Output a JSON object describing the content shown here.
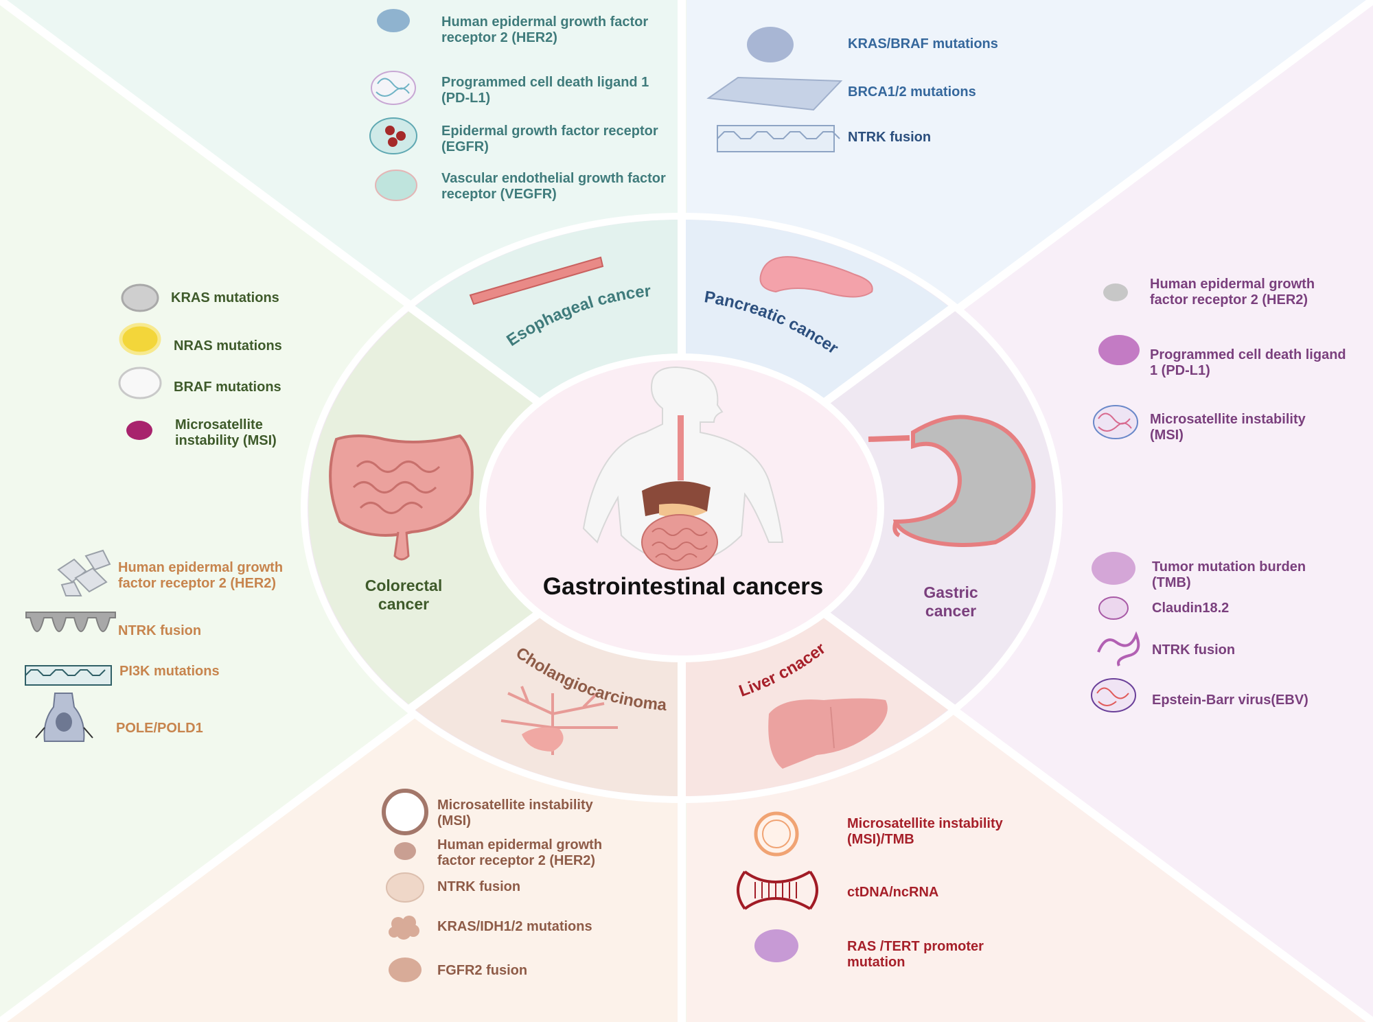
{
  "center": {
    "title": "Gastrointestinal cancers"
  },
  "sectors": {
    "esophageal": {
      "title": "Esophageal cancer",
      "items": [
        "Human epidermal growth factor receptor 2 (HER2)",
        "Programmed cell death ligand 1 (PD-L1)",
        " Epidermal growth factor receptor (EGFR)",
        "Vascular endothelial growth factor receptor (VEGFR)"
      ]
    },
    "pancreatic": {
      "title": "Pancreatic cancer",
      "items": [
        "KRAS/BRAF mutations",
        "BRCA1/2 mutations",
        "NTRK fusion"
      ]
    },
    "colorectal": {
      "title": "Colorectal\ncancer",
      "items_top": [
        "KRAS mutations",
        "NRAS mutations",
        "BRAF mutations",
        "Microsatellite\ninstability (MSI)"
      ],
      "items_bottom": [
        "Human epidermal growth\nfactor receptor 2 (HER2)",
        "NTRK fusion",
        "PI3K mutations",
        "POLE/POLD1"
      ]
    },
    "gastric": {
      "title": "Gastric\ncancer",
      "items_top": [
        "Human epidermal growth\nfactor receptor 2 (HER2)",
        "Programmed cell death ligand\n1 (PD-L1)",
        "Microsatellite instability\n(MSI)"
      ],
      "items_bottom": [
        "Tumor mutation burden\n(TMB)",
        "Claudin18.2",
        "NTRK fusion",
        "Epstein-Barr virus(EBV)"
      ]
    },
    "cholangiocarcinoma": {
      "title": "Cholangiocarcinoma",
      "items": [
        "Microsatellite instability\n(MSI)",
        "Human epidermal growth\nfactor receptor 2 (HER2)",
        "NTRK fusion",
        "KRAS/IDH1/2 mutations",
        "FGFR2 fusion"
      ]
    },
    "liver": {
      "title": "Liver cnacer",
      "items": [
        "Microsatellite instability\n(MSI)/TMB",
        "ctDNA/ncRNA",
        "RAS /TERT promoter\nmutation"
      ]
    }
  },
  "colors": {
    "esophageal": "#3f7b7b",
    "pancreatic": "#35679c",
    "colorectal": "#3e5a2a",
    "colorectal_alt": "#c7844d",
    "gastric": "#7a3f7d",
    "cholangiocarcinoma": "#8e5b47",
    "liver": "#a61f29"
  },
  "icons": [
    "blue-oval-icon",
    "tangle-icon",
    "mesh-sheet-icon",
    "hexagon-tube-icon",
    "pancreas-icon",
    "esophagus-icon",
    "intestine-icon",
    "stomach-icon",
    "liver-icon",
    "bile-duct-icon",
    "human-body-icon",
    "dna-loop-icon",
    "cell-icon"
  ]
}
